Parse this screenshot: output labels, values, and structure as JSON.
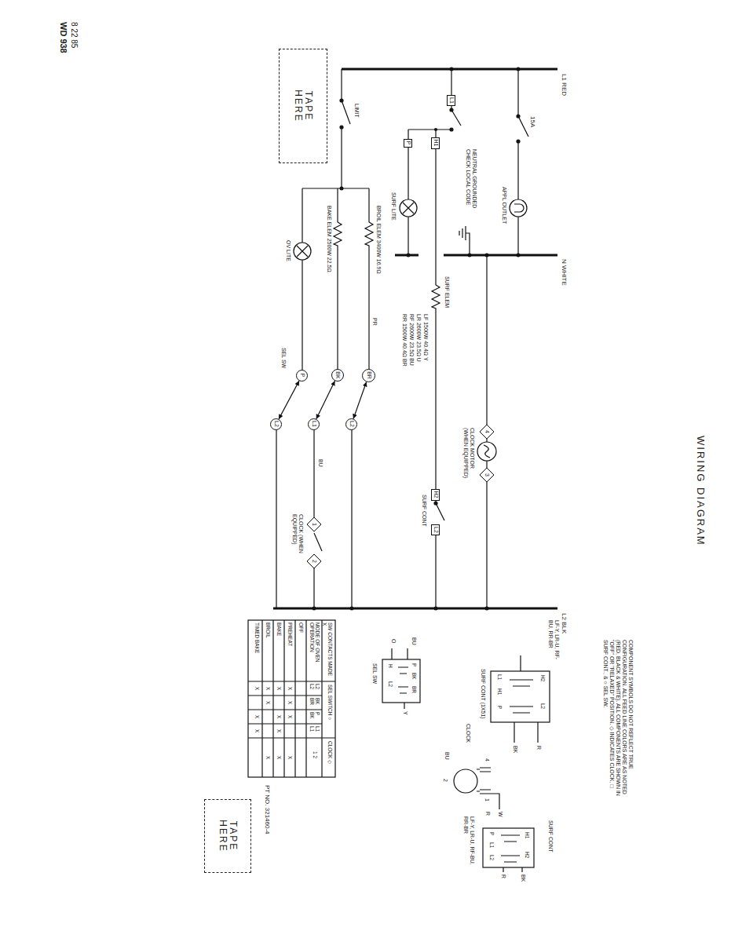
{
  "diagram": {
    "title": "WIRING DIAGRAM",
    "nodes": [
      {
        "text": [
          "TAPE HERE"
        ]
      },
      {
        "text": [
          "L1"
        ]
      },
      {
        "text": [
          "H1"
        ]
      },
      {
        "text": [
          "P"
        ]
      },
      {
        "text": [
          "H2"
        ]
      },
      {
        "text": [
          "L2"
        ]
      },
      {
        "text": [
          "4"
        ]
      },
      {
        "text": [
          "3"
        ]
      },
      {
        "text": [
          "BR"
        ]
      },
      {
        "text": [
          "BK"
        ]
      },
      {
        "text": [
          "P"
        ]
      },
      {
        "text": [
          "L2"
        ]
      },
      {
        "text": [
          "L1"
        ]
      },
      {
        "text": [
          "L2"
        ]
      },
      {
        "text": [
          "1"
        ]
      },
      {
        "text": [
          "2"
        ]
      },
      {
        "text": [
          "TAPE HERE"
        ]
      }
    ],
    "edges": [
      {
        "from": 8,
        "to": 11,
        "arrow": "both"
      },
      {
        "from": 9,
        "to": 12,
        "arrow": "both"
      },
      {
        "from": 10,
        "to": 13,
        "arrow": "both"
      }
    ],
    "labels": [
      "8 22 85",
      "WD 938",
      "L1 RED",
      "N WHITE",
      "L2 BLK",
      "15A",
      "APPL OUTLET",
      "NEUTRAL GROUNDED CHECK LOCAL CODE",
      "CLOCK MOTOR (WHEN EQUIPPED)",
      "SURF ELEM",
      "LF 1500W 40.4Ω Y",
      "LR 2600W 23.5Ω U",
      "RF 2600W 23.5Ω BU",
      "RR 1500W 40.4Ω BR",
      "SURF LITE",
      "SURF CONT",
      "LIMIT",
      "BROIL ELEM 3400W 16.9Ω",
      "BAKE ELEM 2500W 22.5Ω",
      "OV LITE",
      "PR",
      "SEL SW",
      "BU",
      "CLOCK (WHEN EQUIPPED)",
      "COMPONENT SYMBOLS DO NOT REFLECT TRUE CONFIGURATION. ALL FEED LINE COLORS ARE AS NOTED (RED, BLACK & WHITE). ALL COMPONENTS ARE SHOWN IN \"OFF\" OR \"RELAXED\" POSITION. ◇ INDICATES CLOCK, □ SURF CONT., & ○ SEL SW.",
      "LF-Y, LR-U, RF-BU, RR-BR",
      "H2",
      "L2",
      "L1",
      "H1",
      "P",
      "R",
      "BK",
      "SURF CONT (1X51)",
      "BU",
      "O",
      "P",
      "BK",
      "BR",
      "H",
      "L2",
      "Y",
      "SEL SW",
      "4",
      "1",
      "2",
      "W",
      "R",
      "BU",
      "CLOCK",
      "SURF CONT",
      "H1",
      "H2",
      "P",
      "L1",
      "L2",
      "LF-Y, LR-U, RF-BU, RR-BR",
      "BK",
      "R",
      "SW CONTACTS MADE X",
      "SEL SWITCH ○",
      "CLOCK ◇",
      "MODE OF OVEN OPERATION",
      "L2 L2",
      "BK BR",
      "P BK",
      "L1 L1",
      "1 2",
      "OFF",
      "PREHEAT",
      "X",
      "X",
      "X",
      "X",
      "BAKE",
      "X",
      "X",
      "X",
      "X",
      "BROIL",
      "X",
      "X",
      "X",
      "TIMED BAKE",
      "X",
      "X",
      "X",
      "PT NO. 321460-4"
    ]
  }
}
